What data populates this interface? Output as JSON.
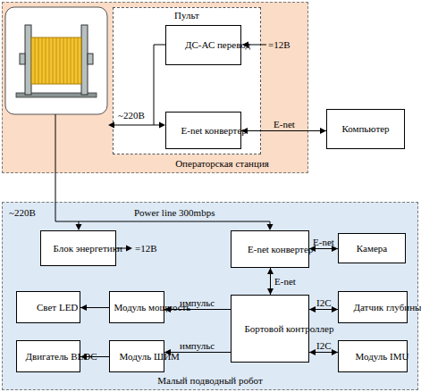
{
  "diagram": {
    "nodes": [
      {
        "text": [
          "Операторская станция"
        ]
      },
      {
        "text": [
          "Пульт"
        ],
        "in": 0
      },
      {
        "text": [
          "ДС-АС перевод"
        ],
        "in": 1
      },
      {
        "text": [
          "E-net конвертер"
        ],
        "in": 1
      },
      {
        "text": [
          "Компьютер"
        ]
      },
      {
        "text": [
          "Малый подводный робот"
        ]
      },
      {
        "text": [
          "Блок энергетики"
        ],
        "in": 5
      },
      {
        "text": [
          "E-net конвертер"
        ],
        "in": 5
      },
      {
        "text": [
          "Камера"
        ],
        "in": 5
      },
      {
        "text": [
          "Свет LED"
        ],
        "in": 5
      },
      {
        "text": [
          "Модуль мощность"
        ],
        "in": 5
      },
      {
        "text": [
          "Бортовой контроллер"
        ],
        "in": 5
      },
      {
        "text": [
          "Датчик глубины"
        ],
        "in": 5
      },
      {
        "text": [
          "Двигатель BLDC"
        ],
        "in": 5
      },
      {
        "text": [
          "Модуль ШИМ"
        ],
        "in": 5
      },
      {
        "text": [
          "Модуль IMU"
        ],
        "in": 5
      }
    ],
    "edges": [
      {
        "from": 3,
        "to": 4,
        "label": "E-net",
        "arrow": "both"
      },
      {
        "from": 7,
        "to": 8,
        "label": "E-net",
        "arrow": "both"
      },
      {
        "from": 7,
        "to": 11,
        "label": "E-net",
        "arrow": "both"
      },
      {
        "from": 11,
        "to": 10,
        "label": "импульс",
        "arrow": "to"
      },
      {
        "from": 10,
        "to": 9,
        "arrow": "to"
      },
      {
        "from": 11,
        "to": 14,
        "label": "импульс",
        "arrow": "to"
      },
      {
        "from": 14,
        "to": 13,
        "arrow": "to"
      },
      {
        "from": 11,
        "to": 12,
        "label": "I2C",
        "arrow": "both"
      },
      {
        "from": 11,
        "to": 15,
        "label": "I2C",
        "arrow": "both"
      }
    ],
    "labels": [
      "=12В",
      "~220В",
      "~220В",
      "Power line 300mbps",
      "=12В"
    ]
  }
}
